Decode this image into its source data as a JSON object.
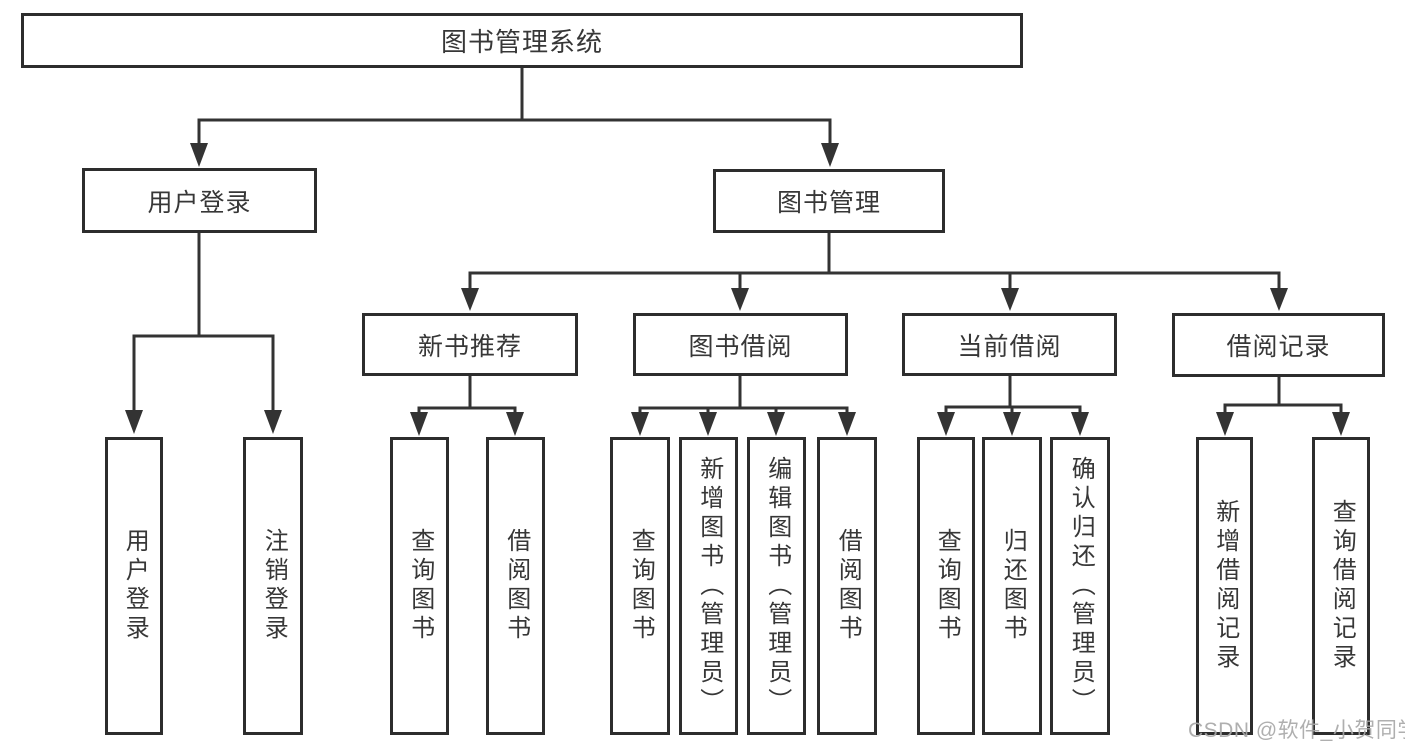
{
  "diagram": {
    "root": {
      "label": "图书管理系统",
      "children": [
        {
          "label": "用户登录",
          "children": [
            {
              "label": "用户登录"
            },
            {
              "label": "注销登录"
            }
          ]
        },
        {
          "label": "图书管理",
          "children": [
            {
              "label": "新书推荐",
              "children": [
                {
                  "label": "查询图书"
                },
                {
                  "label": "借阅图书"
                }
              ]
            },
            {
              "label": "图书借阅",
              "children": [
                {
                  "label": "查询图书"
                },
                {
                  "label": "新增图书（管理员）"
                },
                {
                  "label": "编辑图书（管理员）"
                },
                {
                  "label": "借阅图书"
                }
              ]
            },
            {
              "label": "当前借阅",
              "children": [
                {
                  "label": "查询图书"
                },
                {
                  "label": "归还图书"
                },
                {
                  "label": "确认归还（管理员）"
                }
              ]
            },
            {
              "label": "借阅记录",
              "children": [
                {
                  "label": "新增借阅记录"
                },
                {
                  "label": "查询借阅记录"
                }
              ]
            }
          ]
        }
      ]
    }
  },
  "watermark": {
    "text": "CSDN @软件_小贺同学"
  },
  "colors": {
    "line": "#333333",
    "box_border": "#2d2d2d",
    "text": "#373737",
    "watermark": "#a8a8a8",
    "background": "#ffffff"
  }
}
